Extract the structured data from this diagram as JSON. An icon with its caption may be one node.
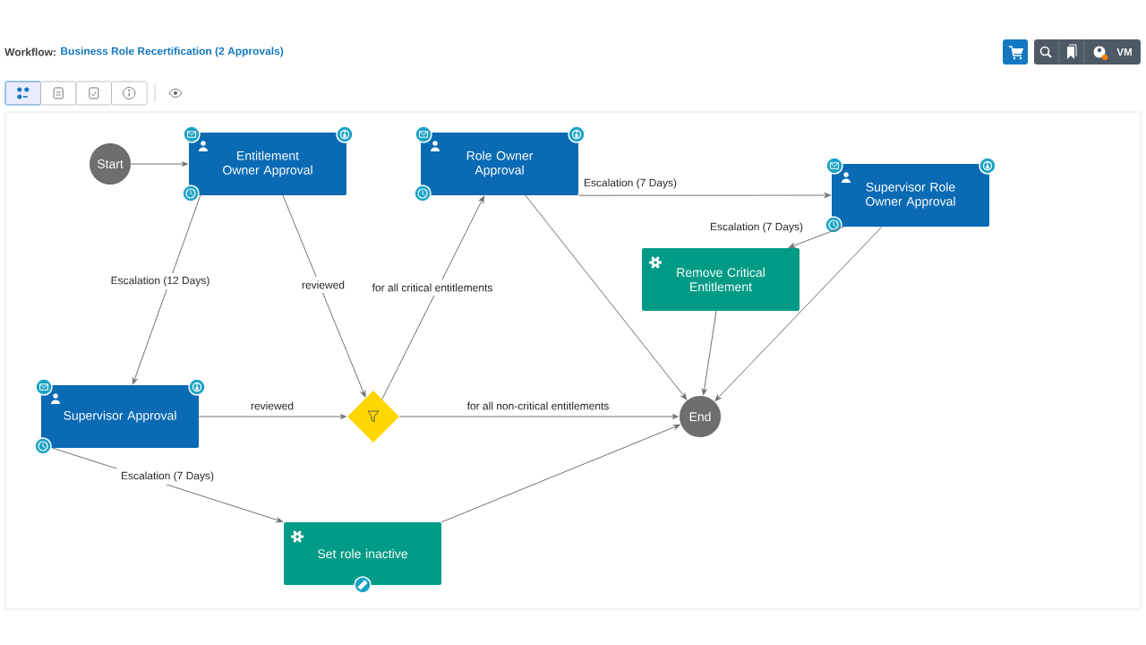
{
  "diagram": {
    "title": "Business Role Recertification (2 Approvals)",
    "nodes": [
      {
        "text": [
          "Start"
        ]
      },
      {
        "text": [
          "Entitlement Owner Approval"
        ]
      },
      {
        "text": [
          "Role Owner Approval"
        ]
      },
      {
        "text": [
          "Supervisor Role Owner Approval"
        ]
      },
      {
        "text": [
          "Remove Critical Entitlement"
        ]
      },
      {
        "text": [
          "Supervisor Approval"
        ]
      },
      {
        "text": [],
        "shape": "diamond"
      },
      {
        "text": [
          "End"
        ]
      },
      {
        "text": [
          "Set role inactive"
        ]
      }
    ],
    "edges": [
      {
        "from": 0,
        "to": 1,
        "arrow": "to"
      },
      {
        "from": 1,
        "to": 5,
        "arrow": "to",
        "label": "Escalation (12 Days)"
      },
      {
        "from": 1,
        "to": 6,
        "arrow": "to",
        "label": "reviewed"
      },
      {
        "from": 6,
        "to": 2,
        "arrow": "to",
        "label": "for all critical entitlements"
      },
      {
        "from": 2,
        "to": 3,
        "arrow": "to",
        "label": "Escalation (7 Days)"
      },
      {
        "from": 2,
        "to": 7,
        "arrow": "to"
      },
      {
        "from": 3,
        "to": 4,
        "arrow": "to",
        "label": "Escalation (7 Days)"
      },
      {
        "from": 3,
        "to": 7,
        "arrow": "to"
      },
      {
        "from": 4,
        "to": 7,
        "arrow": "to"
      },
      {
        "from": 5,
        "to": 6,
        "arrow": "to",
        "label": "reviewed"
      },
      {
        "from": 6,
        "to": 7,
        "arrow": "to",
        "label": "for all non-critical entitlements"
      },
      {
        "from": 5,
        "to": 8,
        "arrow": "to",
        "label": "Escalation (7 Days)"
      },
      {
        "from": 8,
        "to": 7,
        "arrow": "to"
      }
    ],
    "labels": [
      "Workflow:",
      "VM"
    ]
  }
}
